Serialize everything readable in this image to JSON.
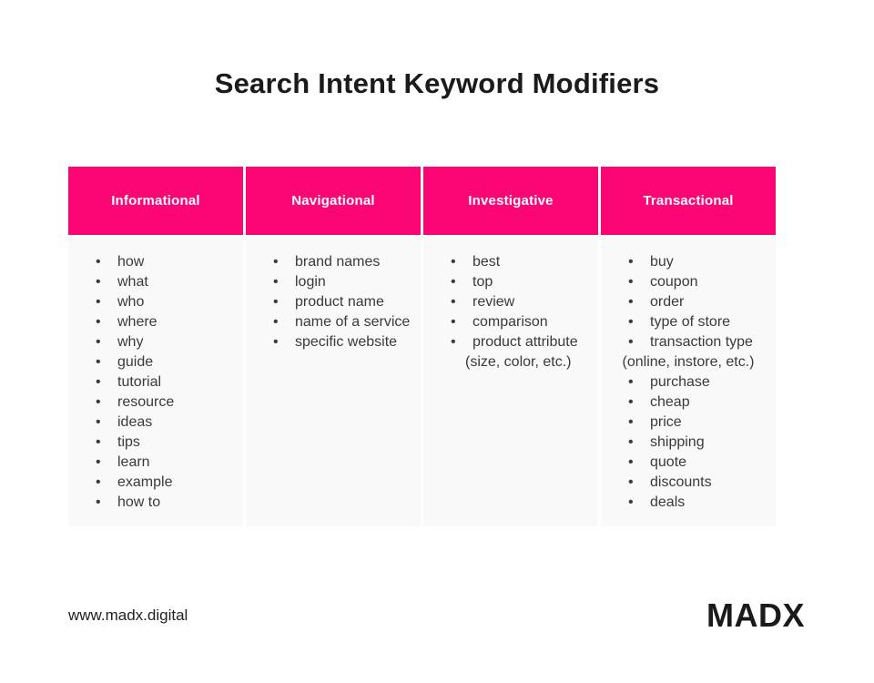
{
  "title": "Search Intent Keyword Modifiers",
  "colors": {
    "accent_pink": "#FC0574",
    "column_bg": "#F9F9F9",
    "body_text": "#3A3A3A",
    "header_text": "#FFFFFF",
    "heading_text": "#1B1B1B"
  },
  "icons": {
    "bullet": "•"
  },
  "table": {
    "columns": [
      {
        "header": "Informational",
        "items": [
          "how",
          "what",
          "who",
          "where",
          "why",
          "guide",
          "tutorial",
          "resource",
          "ideas",
          "tips",
          "learn",
          "example",
          "how to"
        ]
      },
      {
        "header": "Navigational",
        "items": [
          "brand names",
          "login",
          "product name",
          "name of a service",
          "specific website"
        ]
      },
      {
        "header": "Investigative",
        "items": [
          "best",
          "top",
          "review",
          "comparison",
          {
            "text": "product attribute",
            "note": "(size, color, etc.)",
            "note_align": "indent"
          }
        ]
      },
      {
        "header": "Transactional",
        "items": [
          "buy",
          "coupon",
          "order",
          "type of store",
          {
            "text": "transaction type",
            "note": "(online, instore, etc.)",
            "note_align": "center"
          },
          "purchase",
          "cheap",
          "price",
          "shipping",
          "quote",
          "discounts",
          "deals"
        ]
      }
    ]
  },
  "footer": {
    "website": "www.madx.digital",
    "logo": "MADX"
  }
}
